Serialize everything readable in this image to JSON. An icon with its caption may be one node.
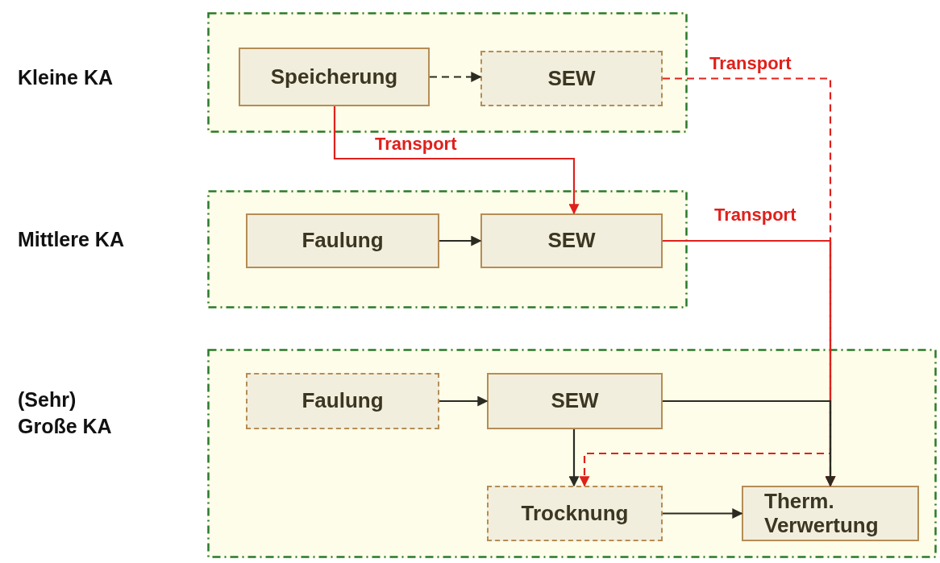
{
  "diagram": {
    "nodes": [
      {
        "text": [
          "Kleine KA"
        ]
      },
      {
        "text": [
          "Speicherung"
        ],
        "in": 0
      },
      {
        "text": [
          "SEW"
        ],
        "in": 0
      },
      {
        "text": [
          "Mittlere KA"
        ]
      },
      {
        "text": [
          "Faulung"
        ],
        "in": 3
      },
      {
        "text": [
          "SEW"
        ],
        "in": 3
      },
      {
        "text": [
          "(Sehr) Große KA"
        ]
      },
      {
        "text": [
          "Faulung"
        ],
        "in": 6
      },
      {
        "text": [
          "SEW"
        ],
        "in": 6
      },
      {
        "text": [
          "Trocknung"
        ],
        "in": 6
      },
      {
        "text": [
          "Therm. Verwertung"
        ],
        "in": 6
      }
    ],
    "edges": [
      {
        "from": 1,
        "to": 2,
        "arrow": "to",
        "style": "dashed"
      },
      {
        "from": 1,
        "to": 5,
        "arrow": "to",
        "label": "Transport",
        "color": "#e0201b"
      },
      {
        "from": 2,
        "to": 10,
        "arrow": "to",
        "label": "Transport",
        "style": "dashed",
        "color": "#e0201b"
      },
      {
        "from": 5,
        "to": 10,
        "arrow": "to",
        "label": "Transport",
        "color": "#e0201b"
      },
      {
        "from": 4,
        "to": 5,
        "arrow": "to"
      },
      {
        "from": 7,
        "to": 8,
        "arrow": "to"
      },
      {
        "from": 8,
        "to": 9,
        "arrow": "to"
      },
      {
        "from": 8,
        "to": 10,
        "arrow": "to"
      },
      {
        "from": 9,
        "to": 10,
        "arrow": "to"
      },
      {
        "from": 5,
        "to": 9,
        "arrow": "to",
        "style": "dashed",
        "color": "#e0201b"
      }
    ]
  }
}
